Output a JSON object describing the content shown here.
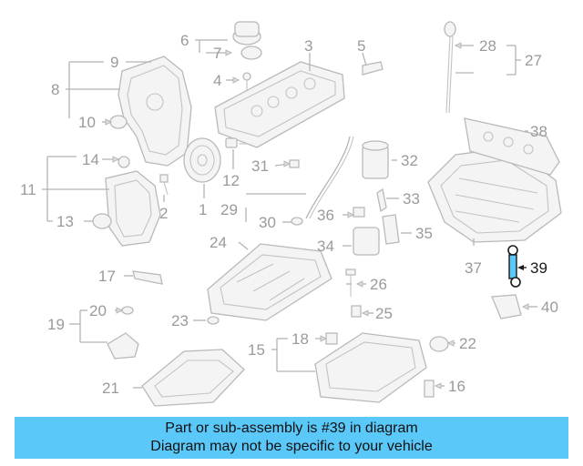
{
  "diagram": {
    "highlight_color": "#1a1a1a",
    "muted_color": "#9a9a9a",
    "highlighted_part": "39",
    "callouts": [
      "1",
      "2",
      "3",
      "4",
      "5",
      "6",
      "7",
      "8",
      "9",
      "10",
      "11",
      "12",
      "13",
      "14",
      "15",
      "16",
      "17",
      "18",
      "19",
      "20",
      "21",
      "22",
      "23",
      "24",
      "25",
      "26",
      "27",
      "28",
      "29",
      "30",
      "31",
      "32",
      "33",
      "34",
      "35",
      "36",
      "37",
      "38",
      "39",
      "40"
    ]
  },
  "banner": {
    "background": "#5ac8f8",
    "line1": "Part or sub-assembly is #39 in diagram",
    "line2": "Diagram may not be specific to your vehicle"
  }
}
